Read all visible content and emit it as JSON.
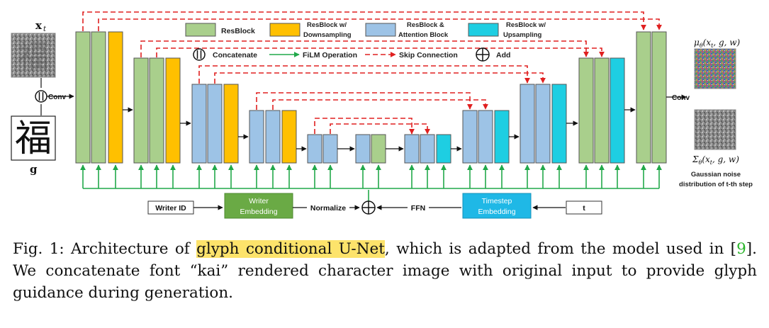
{
  "legend": {
    "resblock": "ResBlock",
    "resblock_down_1": "ResBlock w/",
    "resblock_down_2": "Downsampling",
    "resblock_attn_1": "ResBlock &",
    "resblock_attn_2": "Attention Block",
    "resblock_up_1": "ResBlock w/",
    "resblock_up_2": "Upsampling",
    "concatenate": "Concatenate",
    "film": "FiLM Operation",
    "skip": "Skip Connection",
    "add": "Add"
  },
  "inputs": {
    "xt_label": "x",
    "xt_sub": "t",
    "glyph_char": "福",
    "g_label": "g",
    "conv_in": "Conv",
    "conv_out": "Conv"
  },
  "outputs": {
    "mu_label": "μ",
    "mu_args": "(x",
    "mu_args2": ", g, w)",
    "sigma_label": "Σ",
    "sigma_args": "(x",
    "sigma_args2": ", g, w)",
    "theta": "θ",
    "t": "t",
    "noise_caption_1": "Gaussian noise",
    "noise_caption_2": "distribution of t-th step"
  },
  "bottom": {
    "writer_id": "Writer ID",
    "writer_emb_1": "Writer",
    "writer_emb_2": "Embedding",
    "normalize": "Normalize",
    "ffn": "FFN",
    "timestep_emb_1": "Timestep",
    "timestep_emb_2": "Embedding",
    "t": "t"
  },
  "caption": {
    "prefix": "Fig. 1: Architecture of ",
    "highlight": "glyph conditional U-Net",
    "mid": ", which is adapted from the model used in [",
    "ref": "9",
    "rest": "]. We concatenate font “kai” rendered character image with original input to provide glyph guidance during generation."
  },
  "colors": {
    "resblock": "#a9cf8c",
    "down": "#ffc000",
    "attn": "#9dc3e6",
    "up": "#1ecee2",
    "film": "#21a84a",
    "skip": "#e02020",
    "writer_emb": "#6aaa45",
    "timestep_emb": "#1fb8e6"
  }
}
